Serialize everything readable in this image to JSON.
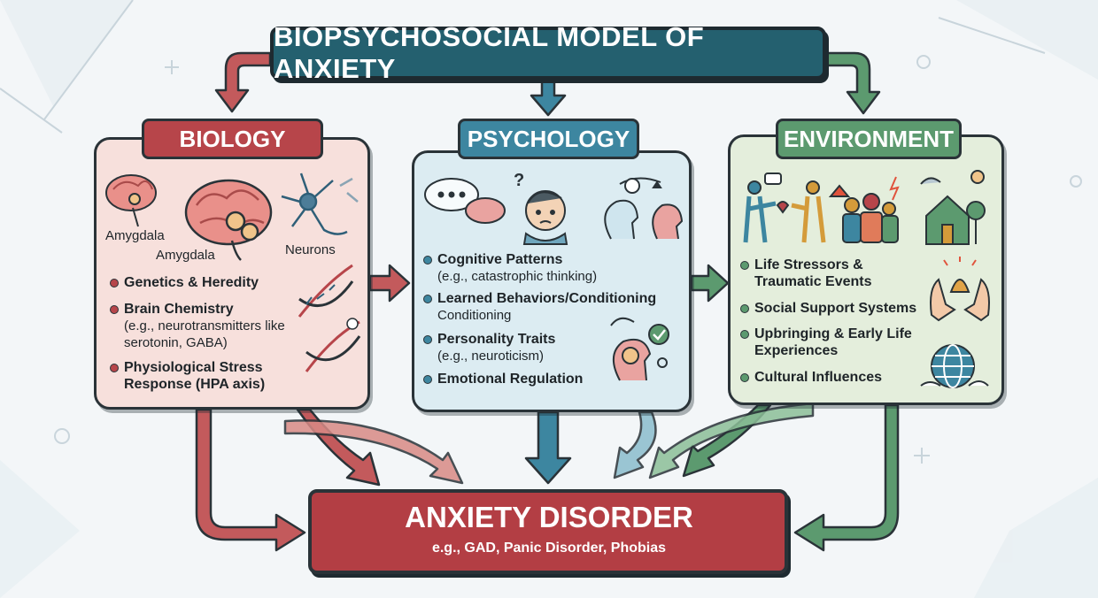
{
  "title": "BIOPSYCHOSOCIAL MODEL OF ANXIETY",
  "colors": {
    "biology": "#b7454a",
    "psychology": "#3d86a0",
    "environment": "#5c9a6f",
    "title": "#24606f",
    "outcome": "#b33e44"
  },
  "biology": {
    "label": "BIOLOGY",
    "brain_labels": [
      "Amygdala",
      "Amygdala",
      "Neurons"
    ],
    "items": [
      {
        "main": "Genetics & Heredity",
        "sub": ""
      },
      {
        "main": "Brain Chemistry",
        "sub": "(e.g., neurotransmitters like serotonin, GABA)"
      },
      {
        "main": "Physiological Stress",
        "sub": "Response (HPA axis)"
      }
    ]
  },
  "psychology": {
    "label": "PSYCHOLOGY",
    "items": [
      {
        "main": "Cognitive Patterns",
        "sub": "(e.g., catastrophic thinking)"
      },
      {
        "main": "Learned Behaviors/Conditioning",
        "sub": "Conditioning"
      },
      {
        "main": "Personality Traits",
        "sub": "(e.g., neuroticism)"
      },
      {
        "main": "Emotional Regulation",
        "sub": ""
      }
    ]
  },
  "environment": {
    "label": "ENVIRONMENT",
    "items": [
      {
        "main": "Life Stressors & Traumatic Events",
        "sub": ""
      },
      {
        "main": "Social Support Systems",
        "sub": ""
      },
      {
        "main": "Upbringing & Early Life Experiences",
        "sub": ""
      },
      {
        "main": "Cultural Influences",
        "sub": ""
      }
    ]
  },
  "outcome": {
    "title": "ANXIETY DISORDER",
    "subtitle": "e.g., GAD, Panic Disorder, Phobias"
  }
}
